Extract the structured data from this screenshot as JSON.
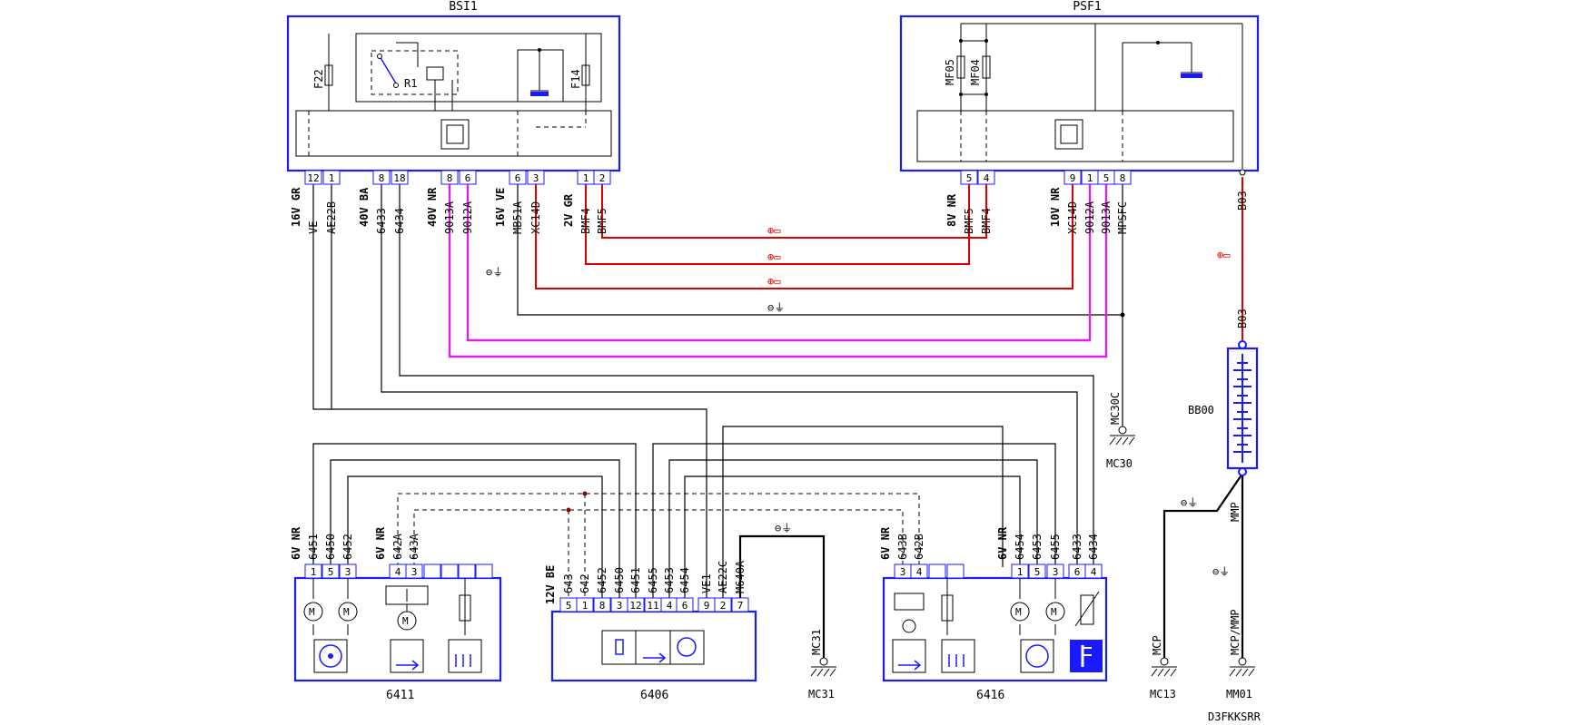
{
  "units": {
    "bsi1": {
      "name": "BSI1",
      "pins": [
        "12",
        "1",
        "8",
        "18",
        "8",
        "6",
        "6",
        "3",
        "1",
        "2"
      ]
    },
    "psf1": {
      "name": "PSF1",
      "pins": [
        "5",
        "4",
        "9",
        "1",
        "5",
        "8"
      ]
    },
    "u6411": {
      "name": "6411",
      "pins": [
        "1",
        "5",
        "3",
        "4",
        "3"
      ]
    },
    "u6406": {
      "name": "6406",
      "pins": [
        "5",
        "1",
        "8",
        "3",
        "12",
        "11",
        "4",
        "6",
        "9",
        "2",
        "7"
      ]
    },
    "u6416": {
      "name": "6416",
      "pins": [
        "3",
        "4",
        "1",
        "5",
        "3",
        "6",
        "4"
      ]
    }
  },
  "fuses": {
    "f22": "F22",
    "f14": "F14",
    "mf05": "MF05",
    "mf04": "MF04",
    "relay": "R1"
  },
  "battery": "BB00",
  "grounds": {
    "mc30": "MC30",
    "mc30c": "MC30C",
    "mc31": "MC31",
    "mc13": "MC13",
    "mm01": "MM01",
    "mcp": "MCP",
    "mcp_mmp": "MCP/MMP",
    "mmp": "MMP"
  },
  "connectors": {
    "c16v_gr": "16V GR",
    "c40v_ba": "40V BA",
    "c40v_nr": "40V NR",
    "c16v_ve": "16V VE",
    "c2v_gr": "2V GR",
    "c8v_nr": "8V NR",
    "c10v_nr": "10V NR",
    "c6v_nr_a": "6V NR",
    "c6v_nr_b": "6V NR",
    "c12v_be": "12V BE",
    "c6v_nr_c": "6V NR",
    "c6v_nr_d": "6V NR"
  },
  "wires_top": [
    "VE",
    "AE22B",
    "6433",
    "6434",
    "9013A",
    "9012A",
    "MB51A",
    "XC14D",
    "BMF4",
    "BMF5"
  ],
  "wires_psf": [
    "BMF5",
    "BMF4",
    "XC14D",
    "9012A",
    "9013A",
    "MPSFC"
  ],
  "wires_b03": [
    "B03",
    "B03"
  ],
  "wires_6411": [
    "6451",
    "6450",
    "6452",
    "642A",
    "643A"
  ],
  "wires_6406": [
    "643",
    "642",
    "6452",
    "6450",
    "6451",
    "6455",
    "6453",
    "6454",
    "VE1",
    "AE22C",
    "M640A"
  ],
  "wires_6416": [
    "643B",
    "642B",
    "6454",
    "6453",
    "6455",
    "6433",
    "6434"
  ],
  "ground_sym": "⊖⏚",
  "plus_sym": "⊕▭",
  "doc_code": "D3FKKSRR"
}
